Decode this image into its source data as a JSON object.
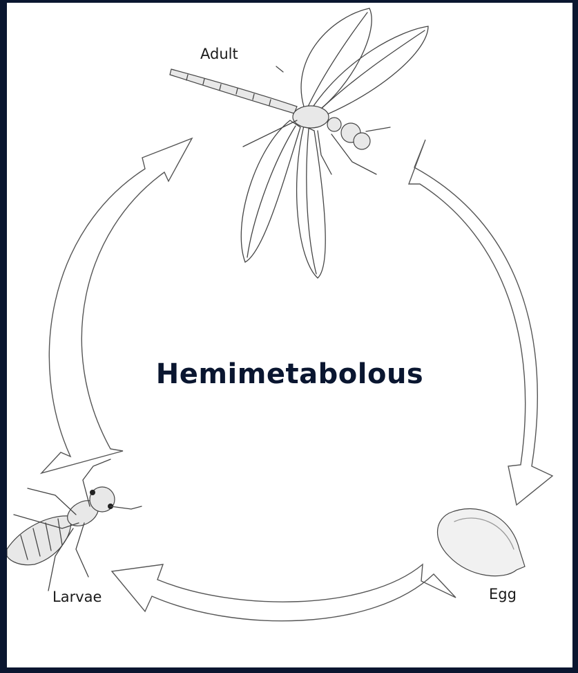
{
  "title": "Hemimetabolous",
  "stages": {
    "adult": "Adult",
    "egg": "Egg",
    "larvae": "Larvae"
  },
  "colors": {
    "frame": "#0a1630",
    "title": "#0a1630",
    "background": "#ffffff"
  },
  "icons": {
    "adult": "dragonfly-icon",
    "egg": "egg-icon",
    "larvae": "nymph-icon"
  }
}
